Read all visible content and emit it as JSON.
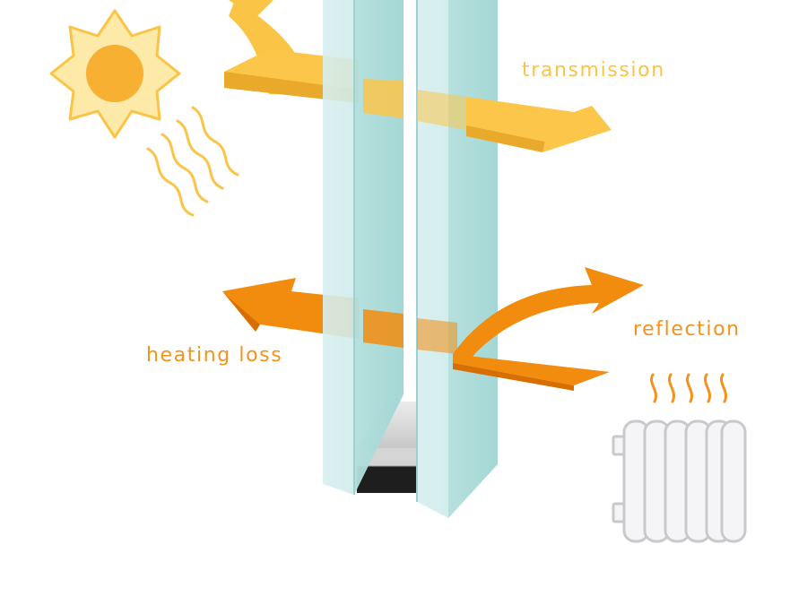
{
  "labels": {
    "transmission": "transmission",
    "heating_loss": "heating loss",
    "reflection": "reflection"
  },
  "colors": {
    "sun_yellow": "#fac447",
    "sun_core": "#f7b032",
    "sun_ray_fill": "#fde9a8",
    "heat_orange": "#f28c0e",
    "heat_orange_dark": "#d66f00",
    "glass_light": "#cfeaea",
    "glass_dark": "#8fd0cc",
    "spacer_gray": "#d9d9d9",
    "seal_black": "#1e1e1e",
    "radiator_fill": "#f5f5f7",
    "radiator_stroke": "#c9c9cc",
    "label_transmission": "#fac447",
    "label_heat": "#f2931e"
  },
  "icons": {
    "sun": "sun-icon",
    "sun_waves": "heat-wave-icon",
    "radiator": "radiator-icon",
    "radiator_heat": "radiator-heat-icon"
  }
}
